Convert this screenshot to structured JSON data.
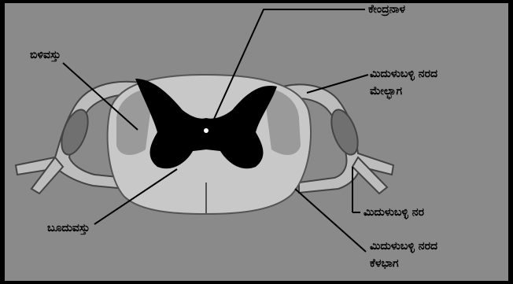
{
  "labels": {
    "central_canal": "ಕೇಂದ್ರನಾಳ",
    "white_matter": "ಬಿಳಿವಸ್ತು",
    "dorsal_root_line1": "ಮಿದುಳುಬಳ್ಳಿ ನರದ",
    "dorsal_root_line2": "ಮೇಲ್ಭಾಗ",
    "spinal_nerve": "ಮಿದುಳುಬಳ್ಳಿ ನರ",
    "grey_matter": "ಬೂದುವಸ್ತು",
    "ventral_root_line1": "ಮಿದುಳುಬಳ್ಳಿ ನರದ",
    "ventral_root_line2": "ಕೆಳಭಾಗ"
  },
  "colors": {
    "background": "#000000",
    "panel": "#8a8a8a",
    "white_matter": "#c8c8c8",
    "grey_matter": "#000000",
    "nerve": "#bdbdbd",
    "nerve_dark": "#707070"
  }
}
